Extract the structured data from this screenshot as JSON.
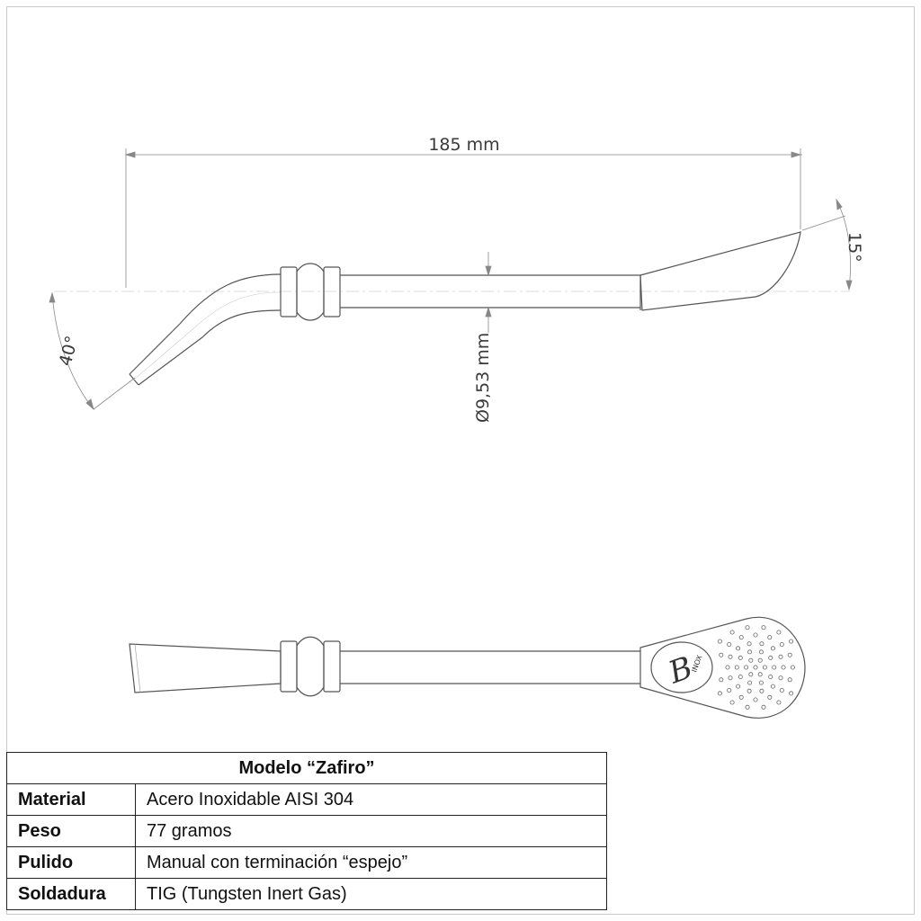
{
  "dimensions": {
    "length": "185 mm",
    "diameter": "Ø9,53 mm",
    "tip_angle": "40°",
    "spoon_angle": "15°"
  },
  "logo": {
    "monogram": "B",
    "text": "INOX"
  },
  "spec_table": {
    "title": "Modelo “Zafiro”",
    "rows": [
      {
        "label": "Material",
        "value": "Acero Inoxidable AISI 304"
      },
      {
        "label": "Peso",
        "value": "77 gramos"
      },
      {
        "label": "Pulido",
        "value": "Manual con terminación “espejo”"
      },
      {
        "label": "Soldadura",
        "value": "TIG (Tungsten Inert Gas)"
      }
    ]
  }
}
